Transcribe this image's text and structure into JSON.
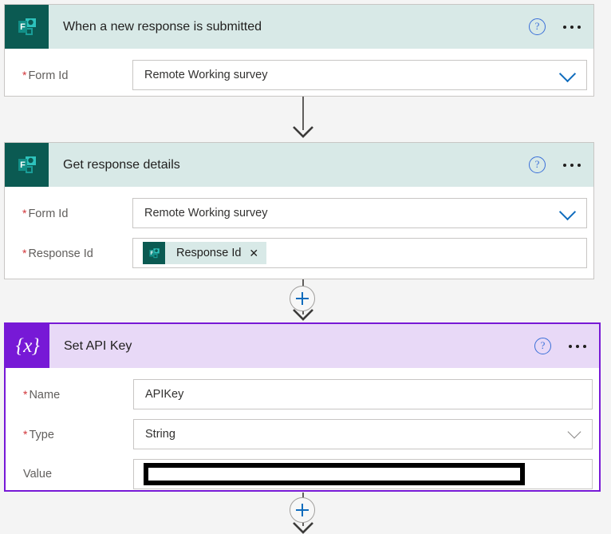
{
  "flow": {
    "steps": [
      {
        "id": "trigger-new-response",
        "title": "When a new response is submitted",
        "icon": "microsoft-forms-icon",
        "accent": "#0b5a52",
        "header_bg": "#d8e9e7",
        "fields": [
          {
            "label": "Form Id",
            "required": true,
            "control": "dropdown",
            "value": "Remote Working survey",
            "chevron_color": "#0f6cbd"
          }
        ]
      },
      {
        "id": "get-response-details",
        "title": "Get response details",
        "icon": "microsoft-forms-icon",
        "accent": "#0b5a52",
        "header_bg": "#d8e9e7",
        "fields": [
          {
            "label": "Form Id",
            "required": true,
            "control": "dropdown",
            "value": "Remote Working survey",
            "chevron_color": "#0f6cbd"
          },
          {
            "label": "Response Id",
            "required": true,
            "control": "token",
            "token_label": "Response Id",
            "token_close": "✕",
            "token_bg": "#d8e9e7"
          }
        ]
      },
      {
        "id": "set-api-key",
        "title": "Set API Key",
        "icon": "variable-braces-icon",
        "accent": "#7719d6",
        "header_bg": "#e8d9f7",
        "selected": true,
        "fields": [
          {
            "label": "Name",
            "required": true,
            "control": "text",
            "value": "APIKey"
          },
          {
            "label": "Type",
            "required": true,
            "control": "dropdown",
            "value": "String",
            "chevron_color": "#8a8886"
          },
          {
            "label": "Value",
            "required": false,
            "control": "redacted",
            "value": ""
          }
        ]
      }
    ],
    "header_controls": {
      "help_label": "?",
      "help_name": "help-icon",
      "menu_name": "more-commands-icon"
    },
    "required_marker": "*",
    "connectors": [
      {
        "type": "arrow",
        "after": "trigger-new-response"
      },
      {
        "type": "insert-plus",
        "after": "get-response-details",
        "label": "+"
      },
      {
        "type": "insert-plus",
        "after": "set-api-key",
        "label": "+"
      }
    ]
  }
}
